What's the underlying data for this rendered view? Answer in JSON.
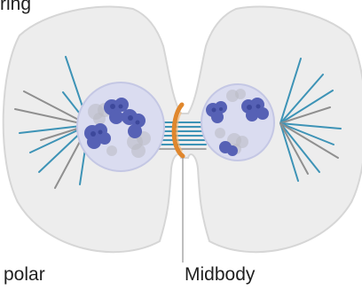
{
  "labels": {
    "top_left_fragment": "ring",
    "bottom_left_fragment": "polar",
    "bottom_right": "Midbody"
  },
  "colors": {
    "cell_fill": "#ededed",
    "cell_outline": "#d6d6d6",
    "nucleus_fill": "#dadcf0",
    "nucleus_outline": "#c4c7e4",
    "chromosome_blue": "#5661b5",
    "chromosome_ghost": "#b9b9c2",
    "spindle_blue": "#3d93b6",
    "spindle_gray": "#8f8f8f",
    "contractile_ring": "#e0872d",
    "leader_line": "#9a9a9a",
    "label_text": "#1f1f1f"
  },
  "icons": {
    "cell": "dividing-cell-diagram"
  }
}
